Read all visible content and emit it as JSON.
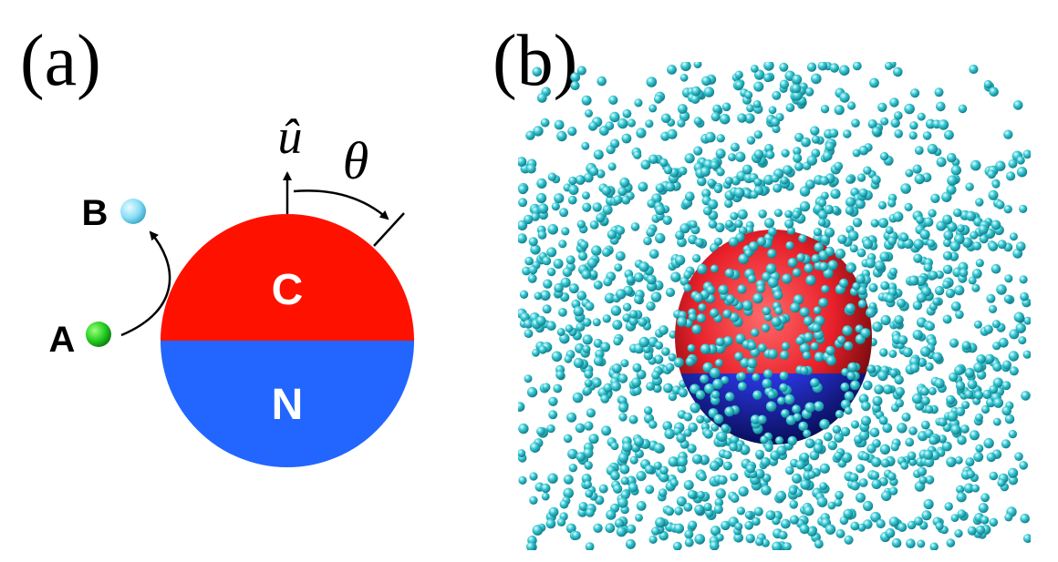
{
  "panel_a": {
    "label": "(a)",
    "axis_label": "û",
    "angle_label": "θ",
    "particle_a": {
      "label": "A",
      "color": "#22cc22"
    },
    "particle_b": {
      "label": "B",
      "color": "#88ddf5"
    },
    "janus": {
      "top_label": "C",
      "bottom_label": "N",
      "top_color": "#ff1100",
      "bottom_color": "#2266ff"
    }
  },
  "panel_b": {
    "label": "(b)",
    "particle_color": "#36c8d4",
    "colloid_top_color": "#e8202a",
    "colloid_bottom_color": "#2a36e0"
  }
}
